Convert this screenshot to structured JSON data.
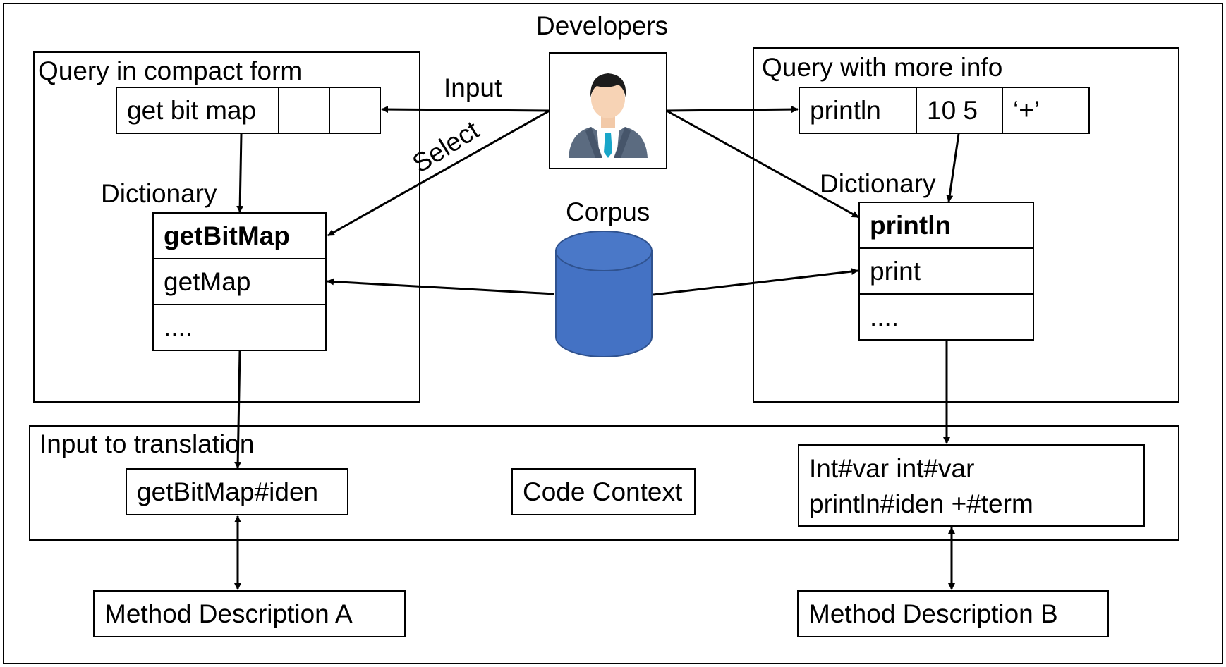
{
  "developers": {
    "label": "Developers",
    "icon": "developer-person-icon"
  },
  "corpus": {
    "label": "Corpus",
    "icon": "database-cylinder-icon",
    "color": "#4472C4"
  },
  "left_panel": {
    "title": "Query in compact form",
    "query_cells": [
      "get bit map",
      "",
      ""
    ],
    "dictionary_label": "Dictionary",
    "dictionary_items": [
      "getBitMap",
      "getMap",
      "...."
    ]
  },
  "right_panel": {
    "title": "Query with more info",
    "query_cells": [
      "println",
      "10 5",
      "‘+’"
    ],
    "dictionary_label": "Dictionary",
    "dictionary_items": [
      "println",
      "print",
      "...."
    ]
  },
  "arrow_labels": {
    "input": "Input",
    "select": "Select"
  },
  "translation": {
    "title": "Input to translation",
    "left_input": "getBitMap#iden",
    "code_context": "Code Context",
    "right_input_line1": "Int#var int#var",
    "right_input_line2": "println#iden +#term"
  },
  "outputs": {
    "a": "Method Description A",
    "b": "Method Description B"
  }
}
